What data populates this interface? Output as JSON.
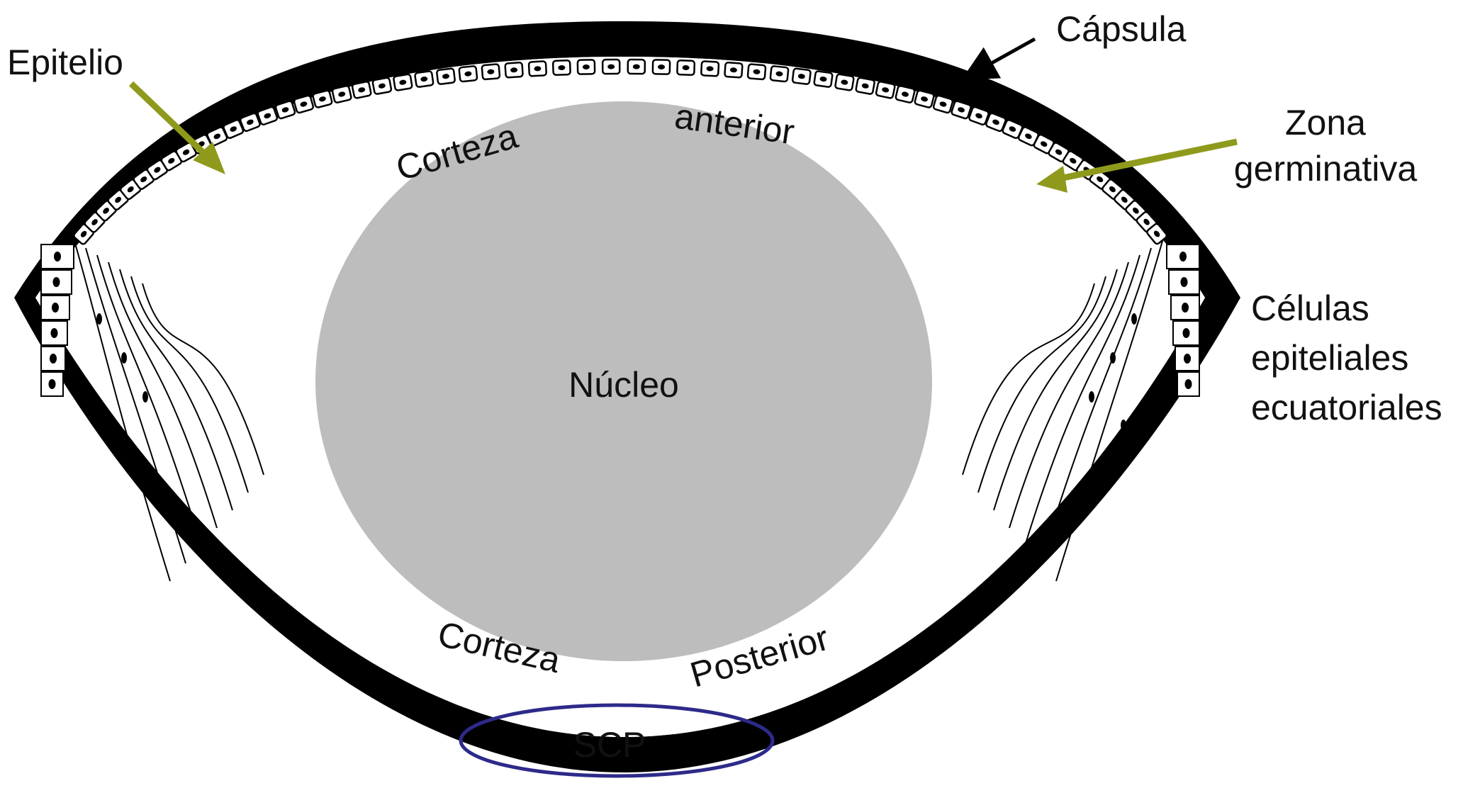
{
  "labels": {
    "capsula": "Cápsula",
    "epitelio": "Epitelio",
    "zona_line1": "Zona",
    "zona_line2": "germinativa",
    "celulas_line1": "Células",
    "celulas_line2": "epiteliales",
    "celulas_line3": "ecuatoriales",
    "corteza_anterior_1": "Corteza",
    "corteza_anterior_2": "anterior",
    "nucleo": "Núcleo",
    "corteza_posterior_1": "Corteza",
    "corteza_posterior_2": "Posterior",
    "scp": "SCP"
  },
  "colors": {
    "capsule": "#000000",
    "nucleus": "#bdbdbd",
    "pointer_arrow": "#8f9a1c",
    "capsule_arrow": "#000000",
    "scp_ring": "#2d2a8a"
  }
}
